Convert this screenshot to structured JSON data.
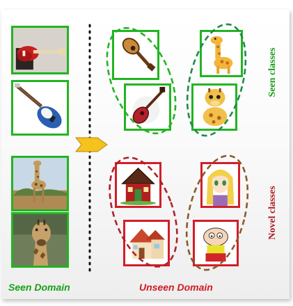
{
  "labels": {
    "seen_domain": "Seen Domain",
    "unseen_domain": "Unseen Domain",
    "seen_classes": "Seen classes",
    "novel_classes": "Novel classes"
  },
  "colors": {
    "seen_green": "#22b422",
    "novel_red": "#d21e2a",
    "novel_brown": "#8b5a2b",
    "arrow_fill": "#f6c21d"
  },
  "tiles": [
    {
      "name": "seen-guitar-photo-tile",
      "depicts": "electric guitar photo",
      "domain": "seen"
    },
    {
      "name": "seen-bass-photo-tile",
      "depicts": "blue bass guitar photo",
      "domain": "seen"
    },
    {
      "name": "seen-giraffe-photo-tile",
      "depicts": "giraffe photo",
      "domain": "seen"
    },
    {
      "name": "seen-giraffe-head-photo-tile",
      "depicts": "giraffe head photo",
      "domain": "seen"
    },
    {
      "name": "unseen-ukulele-cartoon-tile",
      "depicts": "cartoon ukulele",
      "domain": "unseen"
    },
    {
      "name": "unseen-guitar-cartoon-tile",
      "depicts": "cartoon guitar",
      "domain": "unseen"
    },
    {
      "name": "unseen-giraffe-cartoon-tile",
      "depicts": "cartoon giraffe",
      "domain": "unseen"
    },
    {
      "name": "unseen-giraffe-sitting-cartoon-tile",
      "depicts": "cartoon sitting giraffe",
      "domain": "unseen"
    },
    {
      "name": "unseen-house-cartoon-tile",
      "depicts": "cartoon house",
      "domain": "unseen"
    },
    {
      "name": "unseen-cottage-cartoon-tile",
      "depicts": "cartoon cottage",
      "domain": "unseen"
    },
    {
      "name": "unseen-anime-girl-cartoon-tile",
      "depicts": "anime girl",
      "domain": "unseen"
    },
    {
      "name": "unseen-cartoon-boy-tile",
      "depicts": "cartoon baby boy",
      "domain": "unseen"
    }
  ]
}
